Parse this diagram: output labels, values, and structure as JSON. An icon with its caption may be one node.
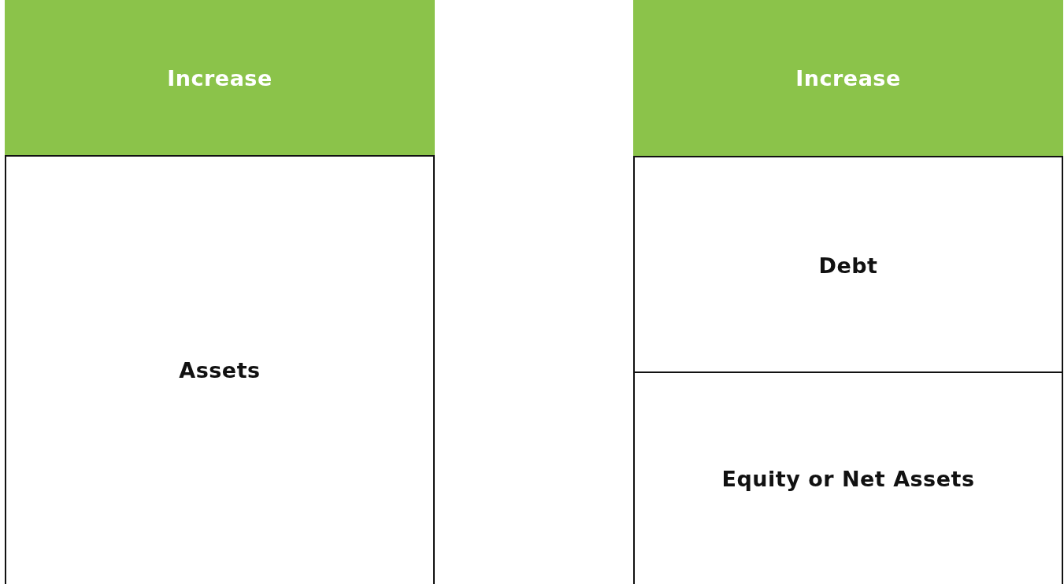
{
  "diagram": {
    "nodes": [
      {
        "text": [
          "Increase"
        ]
      },
      {
        "text": [
          "Assets"
        ]
      },
      {
        "text": [
          "Increase"
        ]
      },
      {
        "text": [
          "Debt"
        ]
      },
      {
        "text": [
          "Equity or Net Assets"
        ]
      }
    ]
  }
}
